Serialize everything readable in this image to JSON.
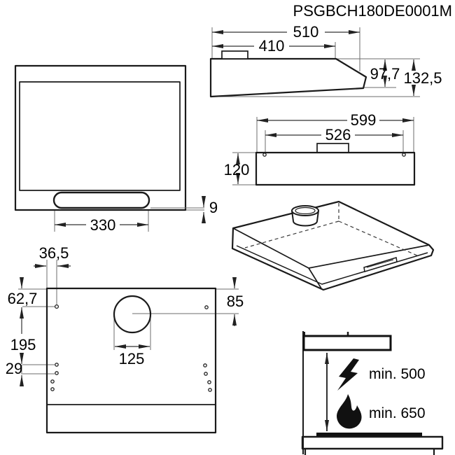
{
  "title": "PSGBCH180DE0001M",
  "colors": {
    "background": "#ffffff",
    "line": "#1a1a1a",
    "thin_line": "#6e6e6e",
    "text": "#000000",
    "icon": "#111111"
  },
  "views": {
    "side_view": {
      "dims": {
        "overall_depth": "510",
        "inner_depth": "410",
        "front_height": "97,7",
        "overall_height": "132,5"
      }
    },
    "rear_view": {
      "dims": {
        "overall_width": "599",
        "mounting_hole_spacing": "526",
        "body_height": "120"
      }
    },
    "bottom_view": {
      "dims": {
        "filter_panel_width": "330",
        "panel_gap": "9"
      }
    },
    "mounting_view": {
      "dims": {
        "side_offset": "36,5",
        "top_to_first_hole": "62,7",
        "hole_spacing_long": "195",
        "hole_pair_gap": "29",
        "duct_hole_diameter": "125",
        "top_to_duct_center": "85"
      }
    },
    "clearance_view": {
      "electric_clearance": "min. 500",
      "gas_clearance": "min. 650",
      "icons": [
        "lightning-icon",
        "flame-icon"
      ]
    }
  }
}
